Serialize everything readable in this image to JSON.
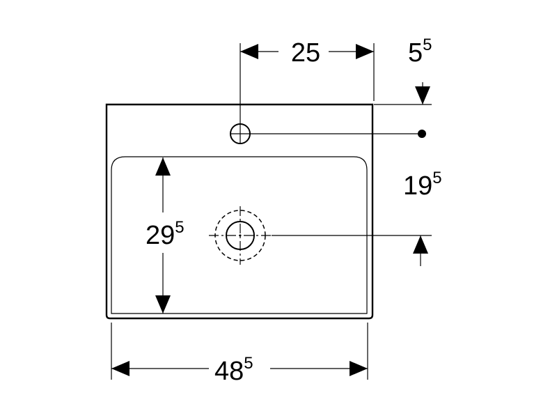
{
  "drawing": {
    "dimensions": {
      "tap_hole_from_left_edge": {
        "main": "25",
        "sup": ""
      },
      "top_rim_to_tap_hole": {
        "main": "5",
        "sup": "5"
      },
      "tap_hole_to_drain": {
        "main": "19",
        "sup": "5"
      },
      "bowl_depth": {
        "main": "29",
        "sup": "5"
      },
      "overall_width": {
        "main": "48",
        "sup": "5"
      }
    },
    "colors": {
      "line": "#000000",
      "background": "#ffffff"
    }
  }
}
